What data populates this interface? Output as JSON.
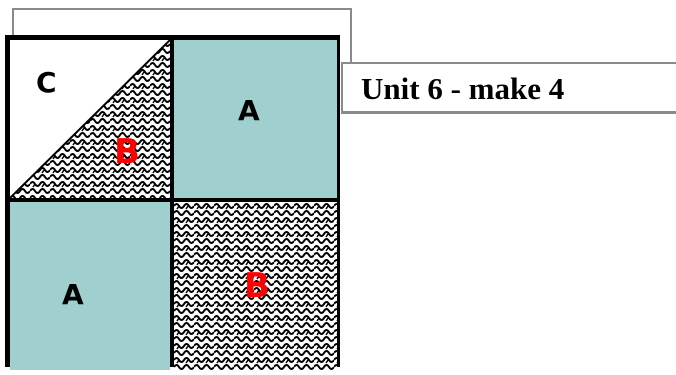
{
  "caption": "Unit 6 - make 4",
  "pieces": {
    "top_left_triangle_upper": "C",
    "top_left_triangle_lower": "B",
    "top_right": "A",
    "bottom_left": "A",
    "bottom_right": "B"
  },
  "colors": {
    "teal": "#9fcfcf",
    "red_label": "#ff0000",
    "fabric_print": "black-and-white squiggle print"
  }
}
